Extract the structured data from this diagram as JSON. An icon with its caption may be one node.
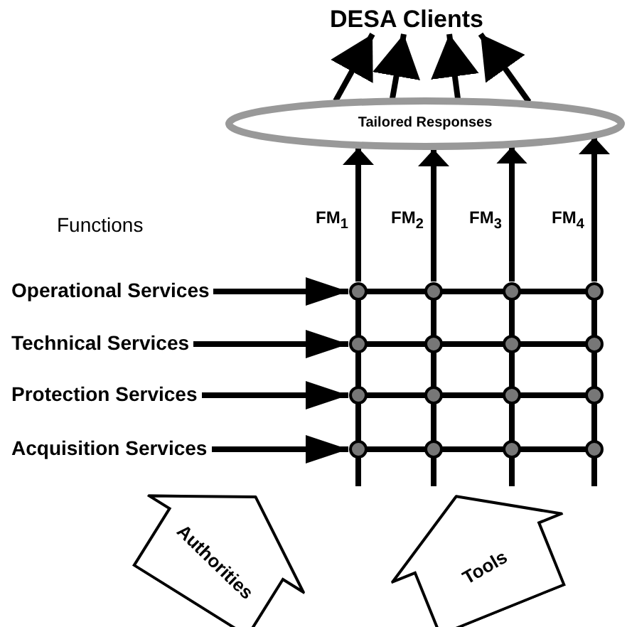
{
  "diagram": {
    "nodes": [
      {
        "text": [
          "DESA Clients"
        ]
      },
      {
        "text": [
          "Tailored Responses"
        ]
      },
      {
        "text": [
          "Operational Services"
        ]
      },
      {
        "text": [
          "Technical Services"
        ]
      },
      {
        "text": [
          "Protection Services"
        ]
      },
      {
        "text": [
          "Acquisition Services"
        ]
      },
      {
        "text": [],
        "shape": "grid"
      },
      {
        "text": [
          "Authorities"
        ]
      },
      {
        "text": [
          "Tools"
        ]
      }
    ],
    "edges": [
      {
        "from": 1,
        "to": 0,
        "arrow": "to"
      },
      {
        "from": 1,
        "to": 0,
        "arrow": "to"
      },
      {
        "from": 1,
        "to": 0,
        "arrow": "to"
      },
      {
        "from": 1,
        "to": 0,
        "arrow": "to"
      },
      {
        "from": 2,
        "to": 6,
        "arrow": "to"
      },
      {
        "from": 3,
        "to": 6,
        "arrow": "to"
      },
      {
        "from": 4,
        "to": 6,
        "arrow": "to"
      },
      {
        "from": 5,
        "to": 6,
        "arrow": "to"
      },
      {
        "from": 6,
        "to": 1,
        "arrow": "to"
      },
      {
        "from": 6,
        "to": 1,
        "arrow": "to"
      },
      {
        "from": 6,
        "to": 1,
        "arrow": "to"
      },
      {
        "from": 6,
        "to": 1,
        "arrow": "to"
      }
    ],
    "labels": [
      "Functions",
      "FM$_{1}$",
      "FM$_{2}$",
      "FM$_{3}$",
      "FM$_{4}$"
    ]
  }
}
